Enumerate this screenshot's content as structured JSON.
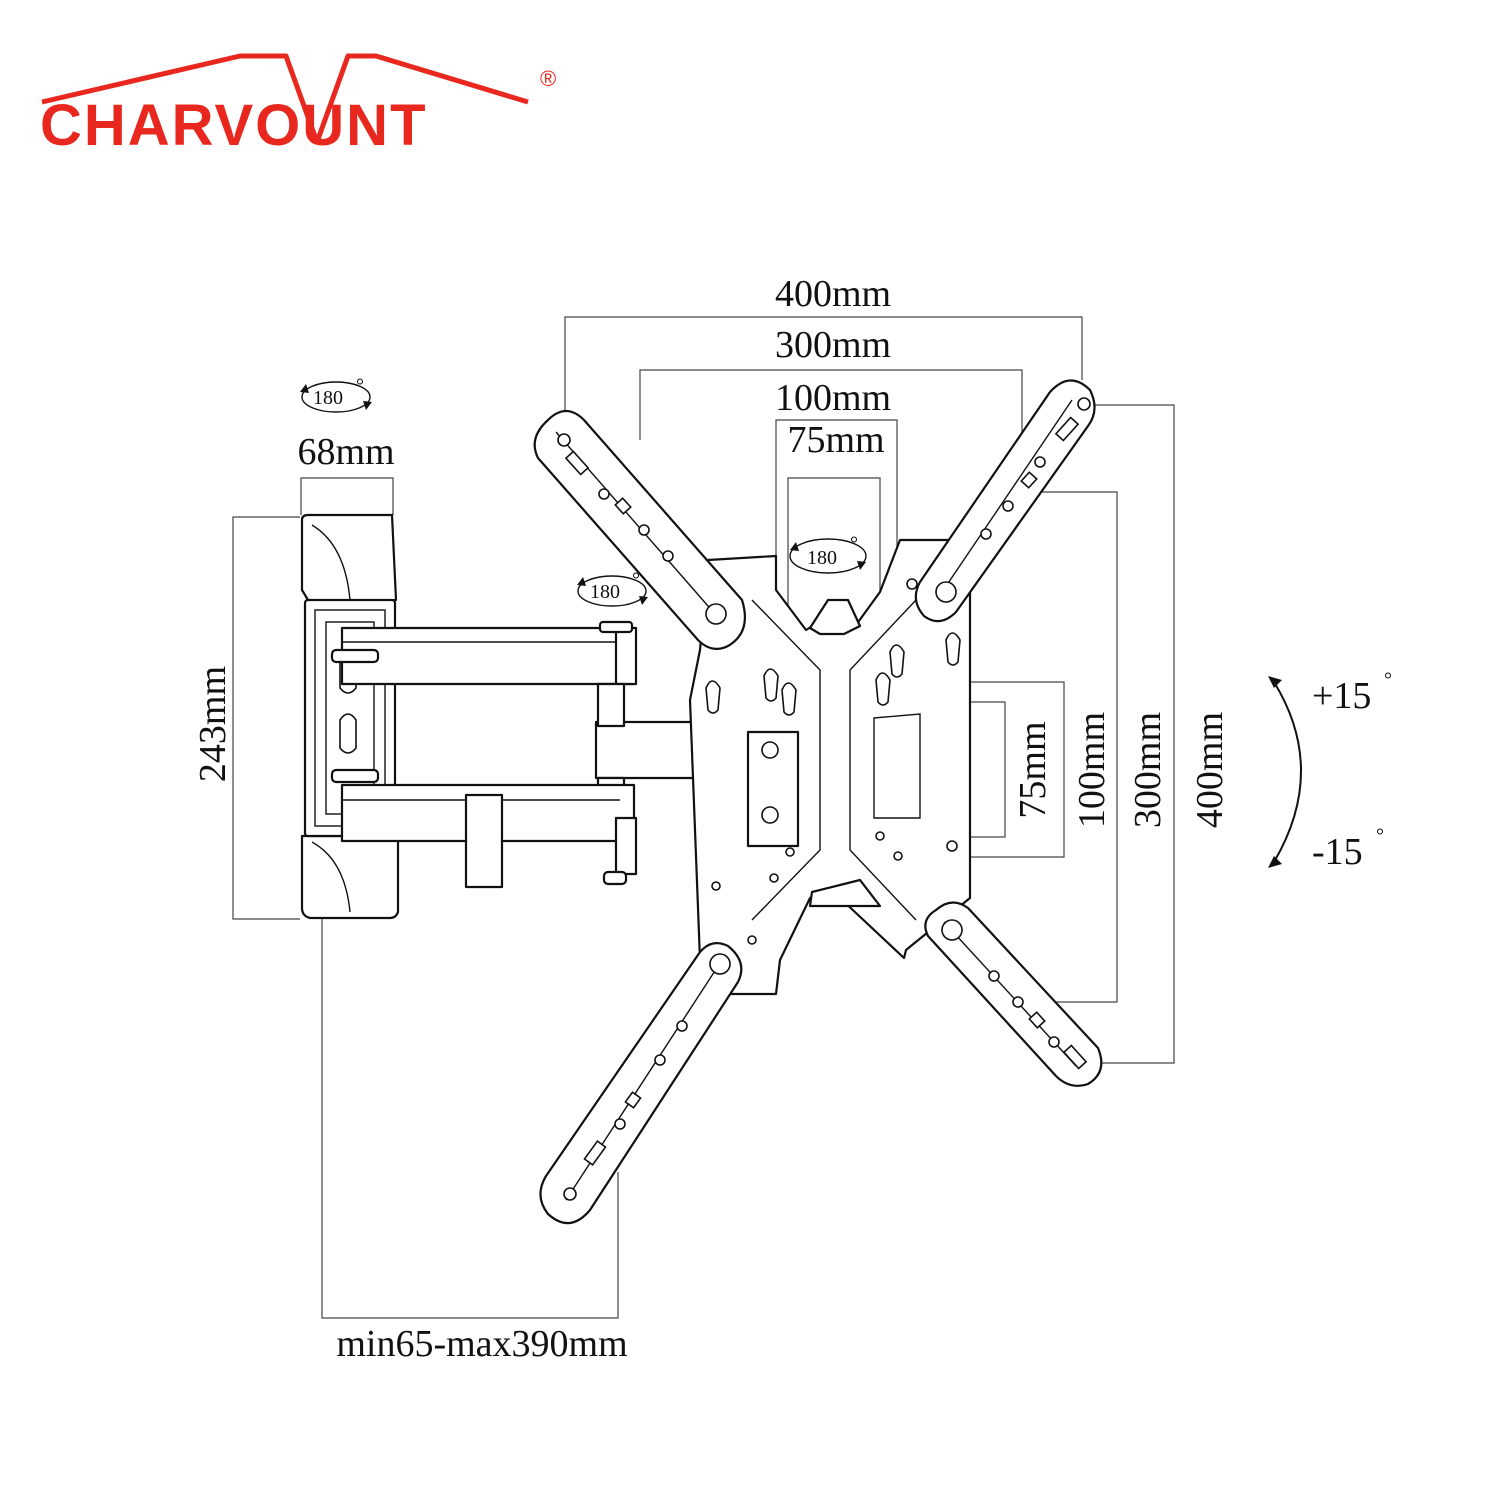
{
  "brand": {
    "name": "CHARVOUNT",
    "registered_mark": "®",
    "color": "#e8281e"
  },
  "rotation_labels": {
    "arm_top": "180",
    "arm_left": "180",
    "plate_center": "180",
    "degree_symbol": "°"
  },
  "dimensions": {
    "top_400": "400mm",
    "top_300": "300mm",
    "top_100": "100mm",
    "top_75": "75mm",
    "wall_plate_width": "68mm",
    "wall_plate_height": "243mm",
    "right_75": "75mm",
    "right_100": "100mm",
    "right_300": "300mm",
    "right_400": "400mm",
    "extension": "min65-max390mm"
  },
  "tilt": {
    "up": "+15",
    "down": "-15",
    "degree_symbol": "°"
  },
  "colors": {
    "line": "#111111",
    "dimension": "#444444"
  }
}
